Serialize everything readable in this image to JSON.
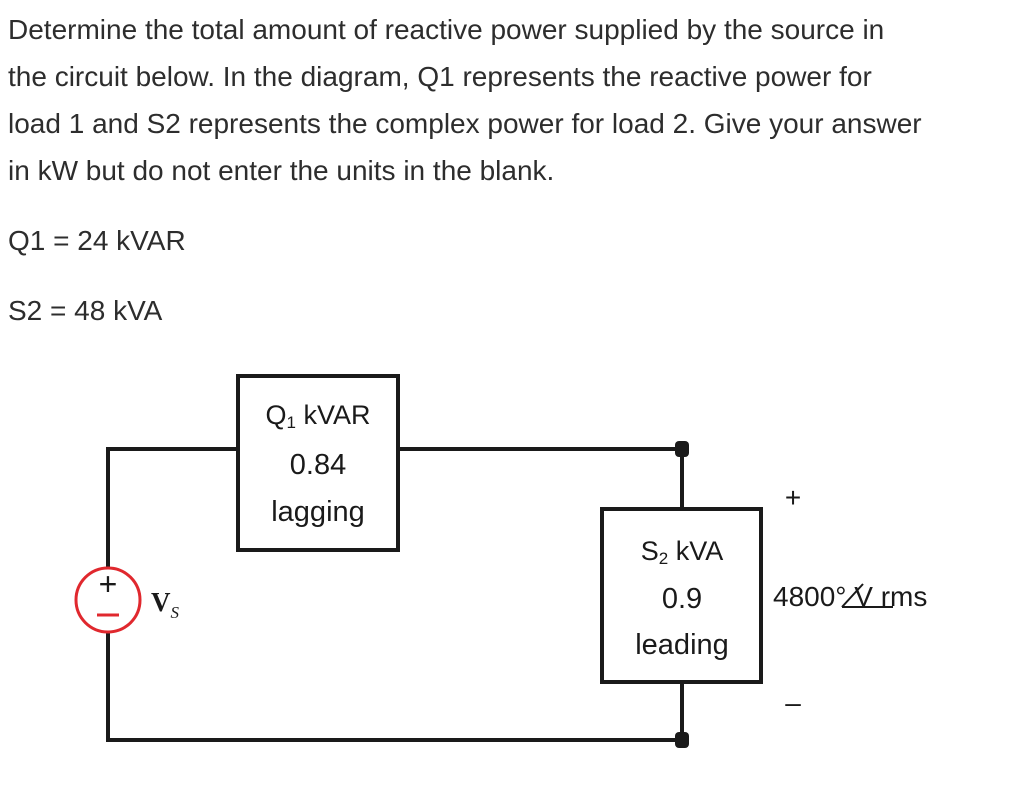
{
  "question": {
    "lines": [
      "Determine the total amount of reactive power supplied by the source in",
      "the circuit below. In the diagram, Q1 represents the reactive power for",
      "load 1 and S2 represents the complex power for load 2. Give your answer",
      "in kW but do not enter the units in the blank."
    ]
  },
  "given": {
    "q1": "Q1  =  24 kVAR",
    "s2": "S2  =  48 kVA"
  },
  "circuit": {
    "load1": {
      "name": "Q",
      "sub": "1",
      "unit": " kVAR",
      "pf": "0.84",
      "type": "lagging"
    },
    "load2": {
      "name": "S",
      "sub": "2",
      "unit": " kVA",
      "pf": "0.9",
      "type": "leading"
    },
    "source": {
      "label": "V",
      "sub": "S",
      "plus": "+",
      "minus": "–"
    },
    "voltage": {
      "mag": "480",
      "angle": "0°",
      "unit": " V rms",
      "plus": "+",
      "minus": "–"
    }
  },
  "colors": {
    "wire": "#1a1a1a",
    "source_circle": "#e0282e"
  }
}
